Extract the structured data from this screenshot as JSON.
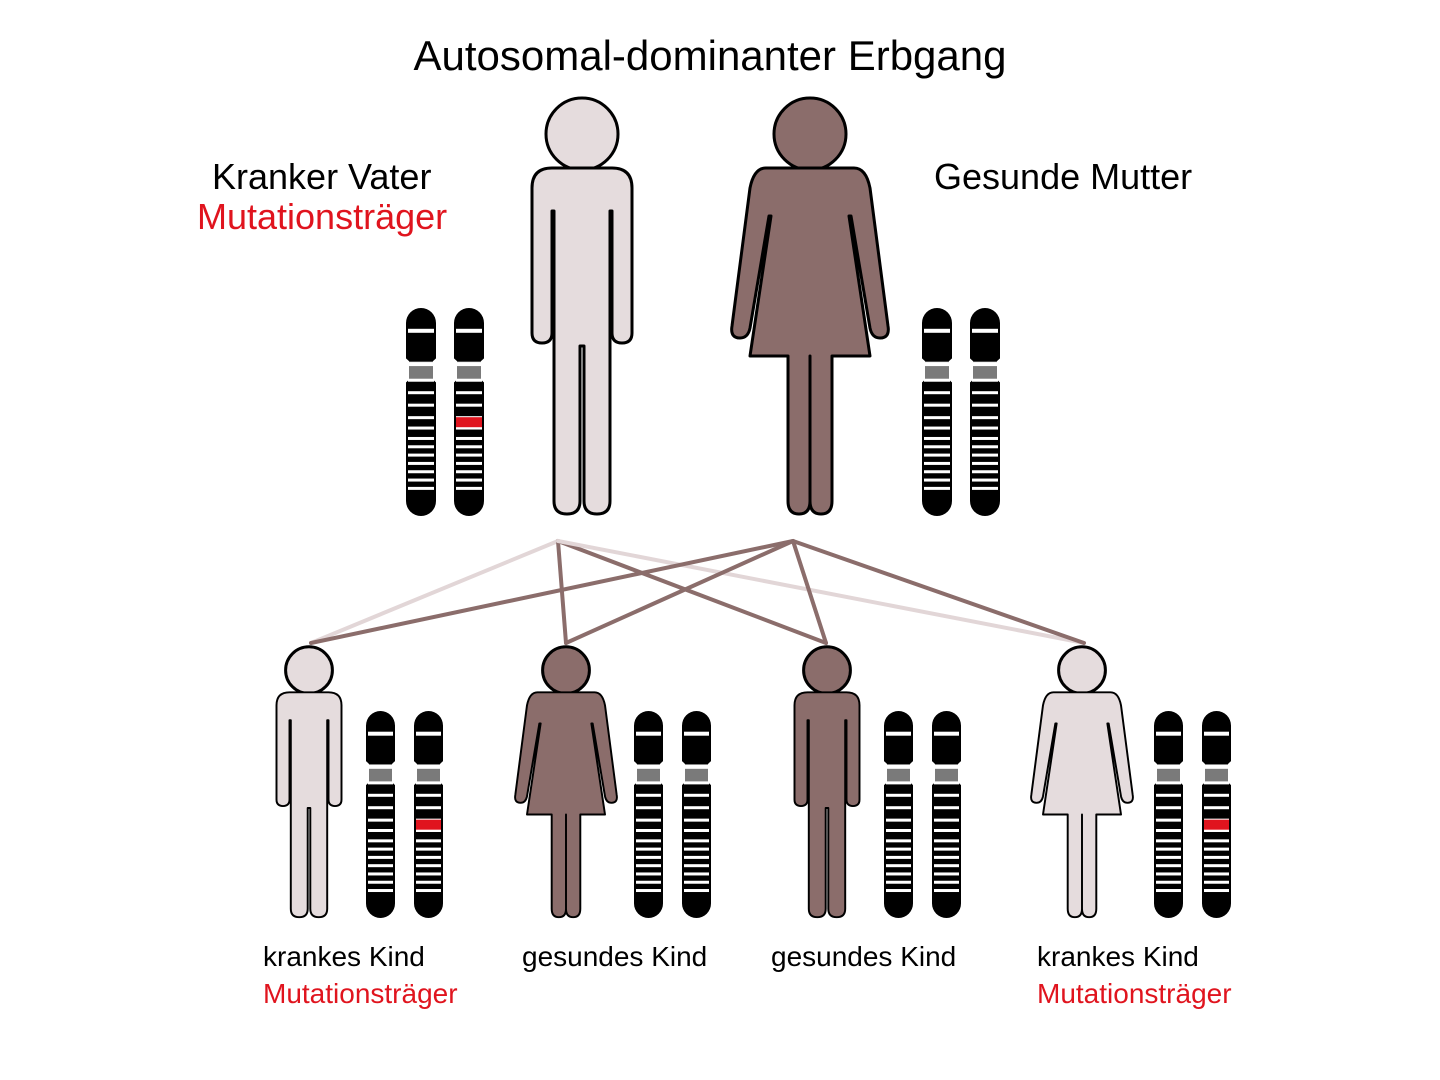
{
  "title": "Autosomal-dominanter Erbgang",
  "colors": {
    "affected": "#e5dcdd",
    "healthy": "#8b6d6b",
    "mutation": "#e0141e",
    "line_light": "#e2d6d7",
    "line_dark": "#8b6d6b"
  },
  "parents": {
    "father": {
      "label": "Kranker Vater",
      "status": "Mutationsträger",
      "sex": "male",
      "affected": true
    },
    "mother": {
      "label": "Gesunde Mutter",
      "sex": "female",
      "affected": false
    }
  },
  "children": [
    {
      "label": "krankes Kind",
      "status": "Mutationsträger",
      "sex": "male",
      "affected": true
    },
    {
      "label": "gesundes Kind",
      "status": "",
      "sex": "female",
      "affected": false
    },
    {
      "label": "gesundes Kind",
      "status": "",
      "sex": "male",
      "affected": false
    },
    {
      "label": "krankes Kind",
      "status": "Mutationsträger",
      "sex": "female",
      "affected": true
    }
  ]
}
